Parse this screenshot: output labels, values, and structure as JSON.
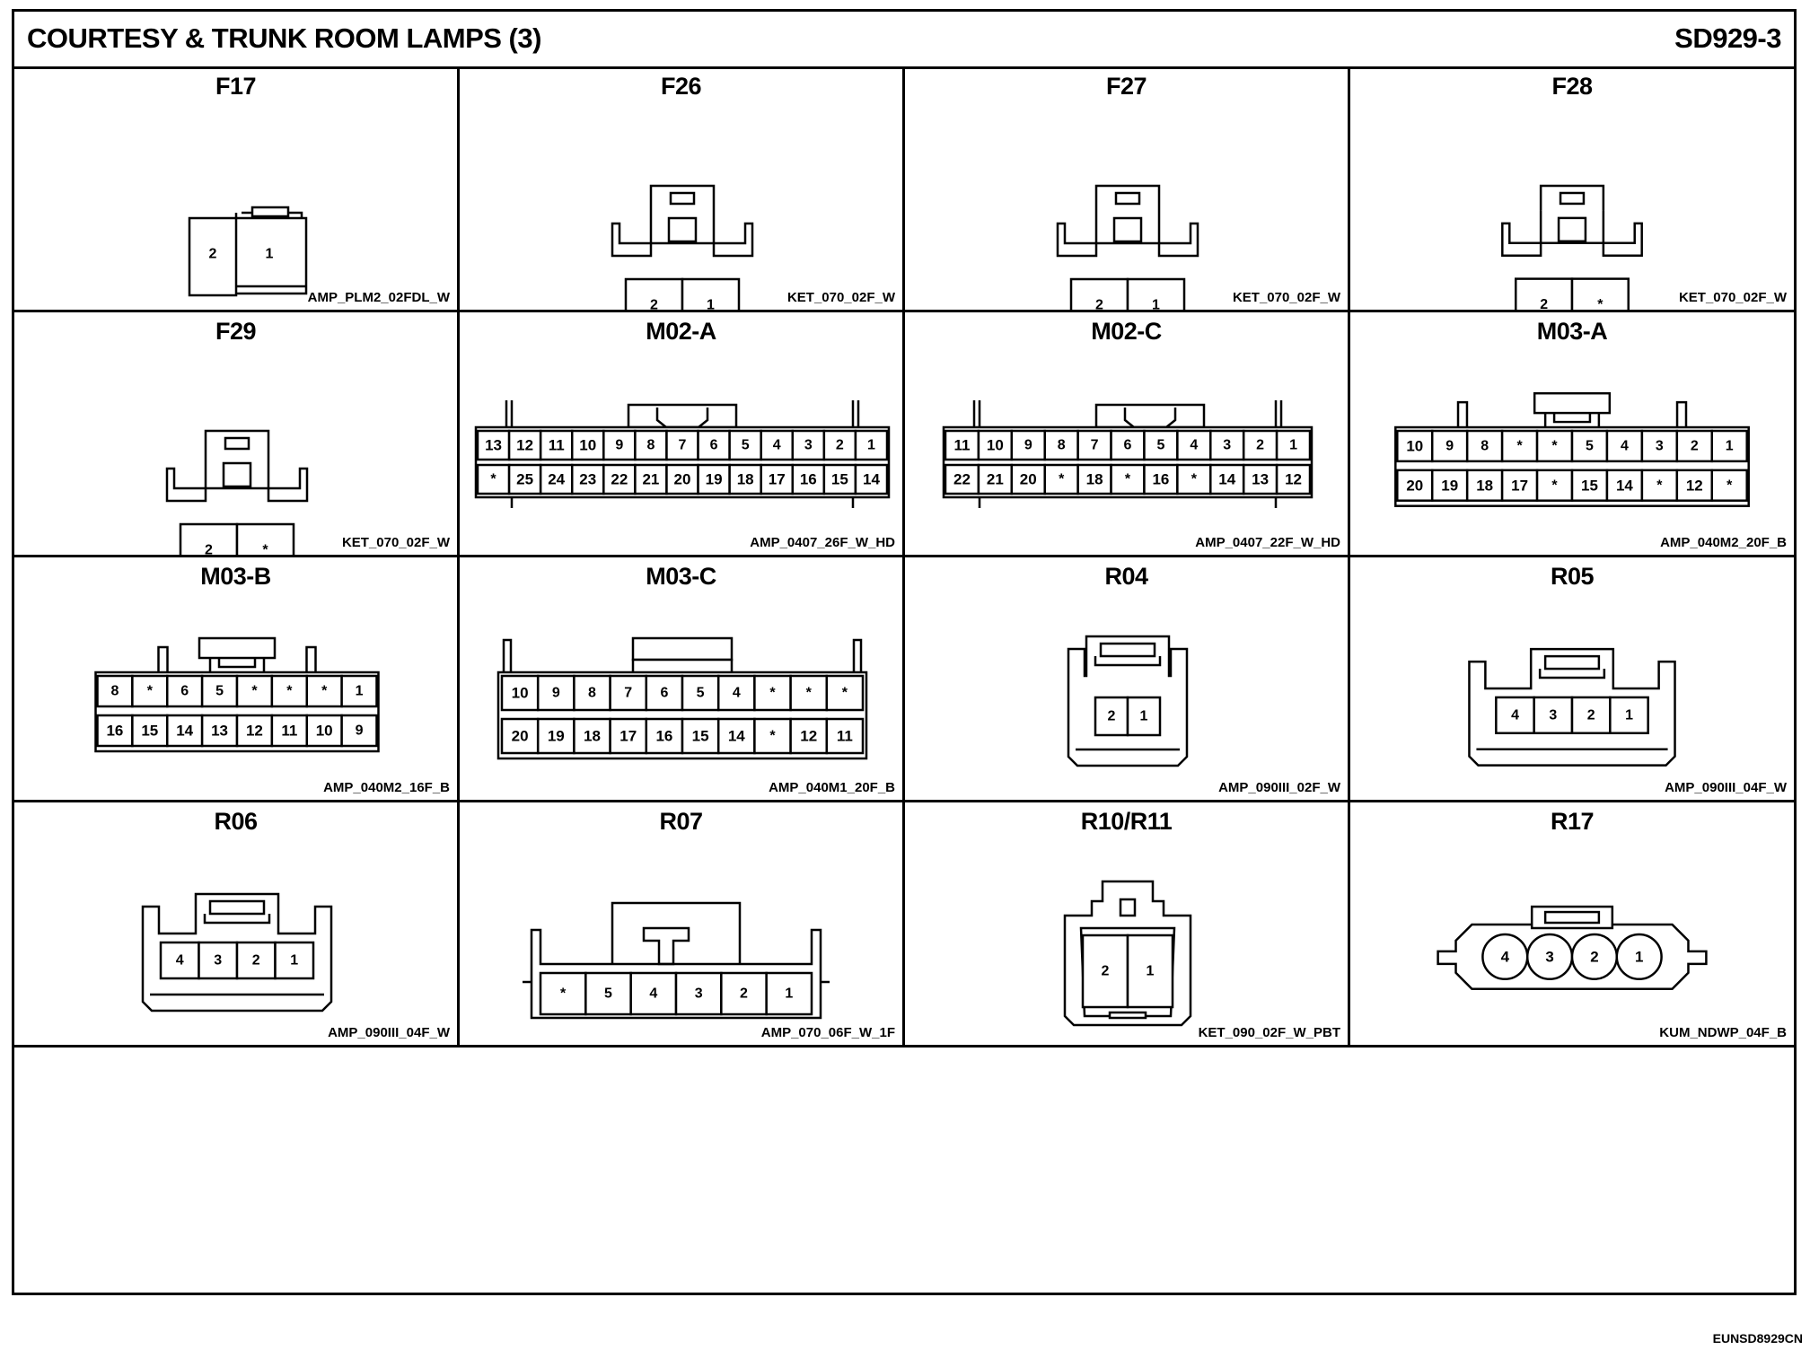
{
  "header": {
    "title": "COURTESY & TRUNK ROOM LAMPS (3)",
    "code": "SD929-3"
  },
  "footer_code": "EUNSD8929CN",
  "connectors": [
    {
      "id": "F17",
      "part": "AMP_PLM2_02FDL_W",
      "type": "plm2",
      "rows": [
        [
          "2",
          "1"
        ]
      ]
    },
    {
      "id": "F26",
      "part": "KET_070_02F_W",
      "type": "ket2",
      "rows": [
        [
          "2",
          "1"
        ]
      ]
    },
    {
      "id": "F27",
      "part": "KET_070_02F_W",
      "type": "ket2",
      "rows": [
        [
          "2",
          "1"
        ]
      ]
    },
    {
      "id": "F28",
      "part": "KET_070_02F_W",
      "type": "ket2",
      "rows": [
        [
          "2",
          "*"
        ]
      ]
    },
    {
      "id": "F29",
      "part": "KET_070_02F_W",
      "type": "ket2",
      "rows": [
        [
          "2",
          "*"
        ]
      ]
    },
    {
      "id": "M02-A",
      "part": "AMP_0407_26F_W_HD",
      "type": "hd",
      "rows": [
        [
          "13",
          "12",
          "11",
          "10",
          "9",
          "8",
          "7",
          "6",
          "5",
          "4",
          "3",
          "2",
          "1"
        ],
        [
          "*",
          "25",
          "24",
          "23",
          "22",
          "21",
          "20",
          "19",
          "18",
          "17",
          "16",
          "15",
          "14"
        ]
      ]
    },
    {
      "id": "M02-C",
      "part": "AMP_0407_22F_W_HD",
      "type": "hd",
      "rows": [
        [
          "11",
          "10",
          "9",
          "8",
          "7",
          "6",
          "5",
          "4",
          "3",
          "2",
          "1"
        ],
        [
          "22",
          "21",
          "20",
          "*",
          "18",
          "*",
          "16",
          "*",
          "14",
          "13",
          "12"
        ]
      ]
    },
    {
      "id": "M03-A",
      "part": "AMP_040M2_20F_B",
      "type": "m2",
      "rows": [
        [
          "10",
          "9",
          "8",
          "*",
          "*",
          "5",
          "4",
          "3",
          "2",
          "1"
        ],
        [
          "20",
          "19",
          "18",
          "17",
          "*",
          "15",
          "14",
          "*",
          "12",
          "*"
        ]
      ]
    },
    {
      "id": "M03-B",
      "part": "AMP_040M2_16F_B",
      "type": "m2",
      "rows": [
        [
          "8",
          "*",
          "6",
          "5",
          "*",
          "*",
          "*",
          "1"
        ],
        [
          "16",
          "15",
          "14",
          "13",
          "12",
          "11",
          "10",
          "9"
        ]
      ]
    },
    {
      "id": "M03-C",
      "part": "AMP_040M1_20F_B",
      "type": "m1",
      "rows": [
        [
          "10",
          "9",
          "8",
          "7",
          "6",
          "5",
          "4",
          "*",
          "*",
          "*"
        ],
        [
          "20",
          "19",
          "18",
          "17",
          "16",
          "15",
          "14",
          "*",
          "12",
          "11"
        ]
      ]
    },
    {
      "id": "R04",
      "part": "AMP_090III_02F_W",
      "type": "a090",
      "rows": [
        [
          "2",
          "1"
        ]
      ]
    },
    {
      "id": "R05",
      "part": "AMP_090III_04F_W",
      "type": "a090",
      "rows": [
        [
          "4",
          "3",
          "2",
          "1"
        ]
      ]
    },
    {
      "id": "R06",
      "part": "AMP_090III_04F_W",
      "type": "a090",
      "rows": [
        [
          "4",
          "3",
          "2",
          "1"
        ]
      ]
    },
    {
      "id": "R07",
      "part": "AMP_070_06F_W_1F",
      "type": "a070",
      "rows": [
        [
          "*",
          "5",
          "4",
          "3",
          "2",
          "1"
        ]
      ]
    },
    {
      "id": "R10/R11",
      "part": "KET_090_02F_W_PBT",
      "type": "ket090",
      "rows": [
        [
          "2",
          "1"
        ]
      ]
    },
    {
      "id": "R17",
      "part": "KUM_NDWP_04F_B",
      "type": "kum",
      "rows": [
        [
          "4",
          "3",
          "2",
          "1"
        ]
      ]
    }
  ]
}
